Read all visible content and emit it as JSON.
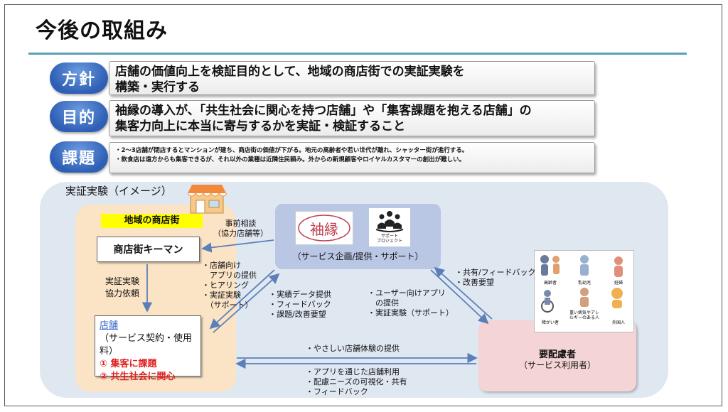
{
  "title": "今後の取組み",
  "rows": [
    {
      "label": "方針",
      "lines": [
        "店舗の価値向上を検証目的として、地域の商店街での実証実験を",
        "構築・実行する"
      ]
    },
    {
      "label": "目的",
      "lines": [
        "袖縁の導入が、「共生社会に関心を持つ店舗」や「集客課題を抱える店舗」の",
        "集客力向上に本当に寄与するかを実証・検証すること"
      ]
    },
    {
      "label": "課題",
      "lines": [
        "・2～3店舗が閉店するとマンションが建ち、商店街の価値が下がる。地元の高齢者や若い世代が離れ、シャッター街が進行する。",
        "・飲食店は遠方からも集客できるが、それ以外の業種は近隣住民頼み。外からの新規顧客やロイヤルカスタマーの創出が難しい。"
      ]
    }
  ],
  "diagram": {
    "title": "実証実験（イメージ）",
    "shopping_street": {
      "label": "地域の商店街",
      "keyman": "商店街キーマン",
      "request": [
        "実証実験",
        "協力依頼"
      ],
      "store": {
        "name": "店舗",
        "sub": "（サービス契約・使用料）",
        "issues": [
          "① 集客に課題",
          "② 共生社会に関心"
        ]
      }
    },
    "service": {
      "logo_text": "袖縁",
      "support_logo": [
        "サポート",
        "プロジェクト"
      ],
      "caption": "（サービス企画/提供・サポート）"
    },
    "customer": {
      "name": "要配慮者",
      "sub": "（サービス利用者）",
      "people_labels": [
        "高齢者",
        "乳幼児",
        "妊婦",
        "障がい者",
        "重い病気やアレルギーのある人",
        "外国人"
      ]
    },
    "notes": {
      "consult": [
        "事前相談",
        "（協力店舗等）"
      ],
      "to_store": [
        "・店舗向け",
        "　アプリの提供",
        "・ヒアリング",
        "・実証実験",
        "　（サポート）"
      ],
      "from_store": [
        "・実績データ提供",
        "・フィードバック",
        "・課題/改善要望"
      ],
      "to_user": [
        "・ユーザー向けアプリ",
        "　の提供",
        "・実証実験（サポート）"
      ],
      "from_user": [
        "・共有/フィードバック",
        "・改善要望"
      ],
      "store_to_user": "・やさしい店舗体験の提供",
      "user_to_store": [
        "・アプリを通じた店舗利用",
        "・配慮ニーズの可視化・共有",
        "・フィードバック"
      ]
    }
  },
  "colors": {
    "accent": "#2f5fb5",
    "rule": "#5aa0b8",
    "panel": "#dfe7f1",
    "shop": "#fbe3c5",
    "service": "#b9c7e4",
    "customer": "#f4d4d4",
    "highlight": "#ffff00",
    "issue": "#e02020"
  }
}
